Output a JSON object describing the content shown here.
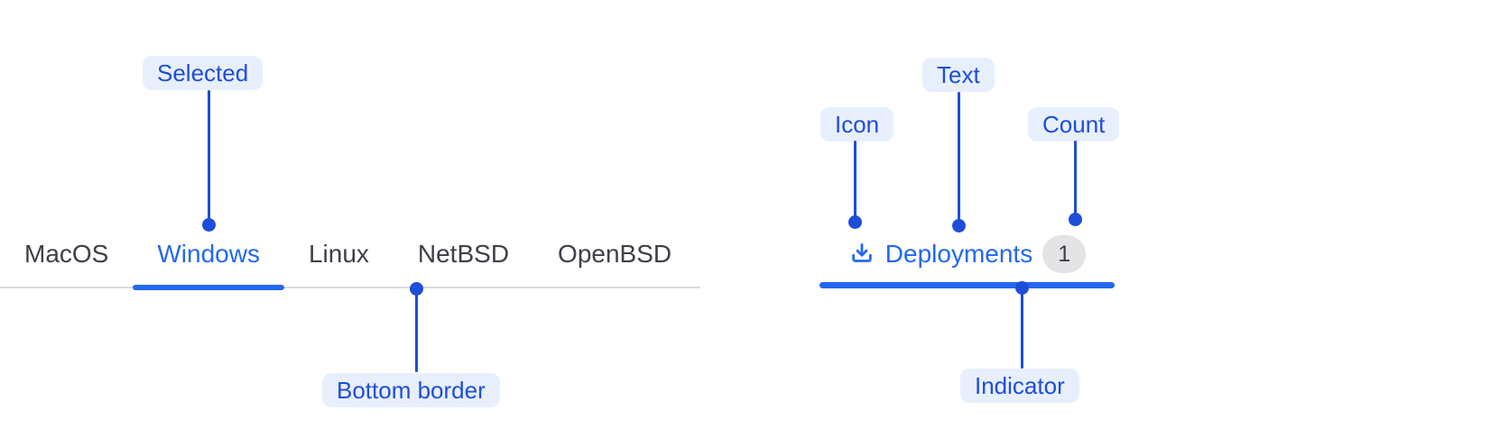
{
  "colors": {
    "accent_blue": "#2368f0",
    "annotation_blue": "#1d4ed8",
    "annotation_bg": "#e8effc",
    "tab_text": "#3d4047",
    "border_gray": "#d9d9de",
    "badge_bg": "#e4e4e7",
    "badge_text": "#3f3f46",
    "canvas_bg": "#ffffff"
  },
  "tab_bar": {
    "tabs": [
      {
        "label": "MacOS",
        "selected": false
      },
      {
        "label": "Windows",
        "selected": true
      },
      {
        "label": "Linux",
        "selected": false
      },
      {
        "label": "NetBSD",
        "selected": false
      },
      {
        "label": "OpenBSD",
        "selected": false
      }
    ]
  },
  "deployment_tab": {
    "icon": "download-icon",
    "label": "Deployments",
    "count": "1",
    "selected": true
  },
  "annotations": {
    "selected": "Selected",
    "bottom_border": "Bottom border",
    "icon": "Icon",
    "text": "Text",
    "count": "Count",
    "indicator": "Indicator"
  }
}
